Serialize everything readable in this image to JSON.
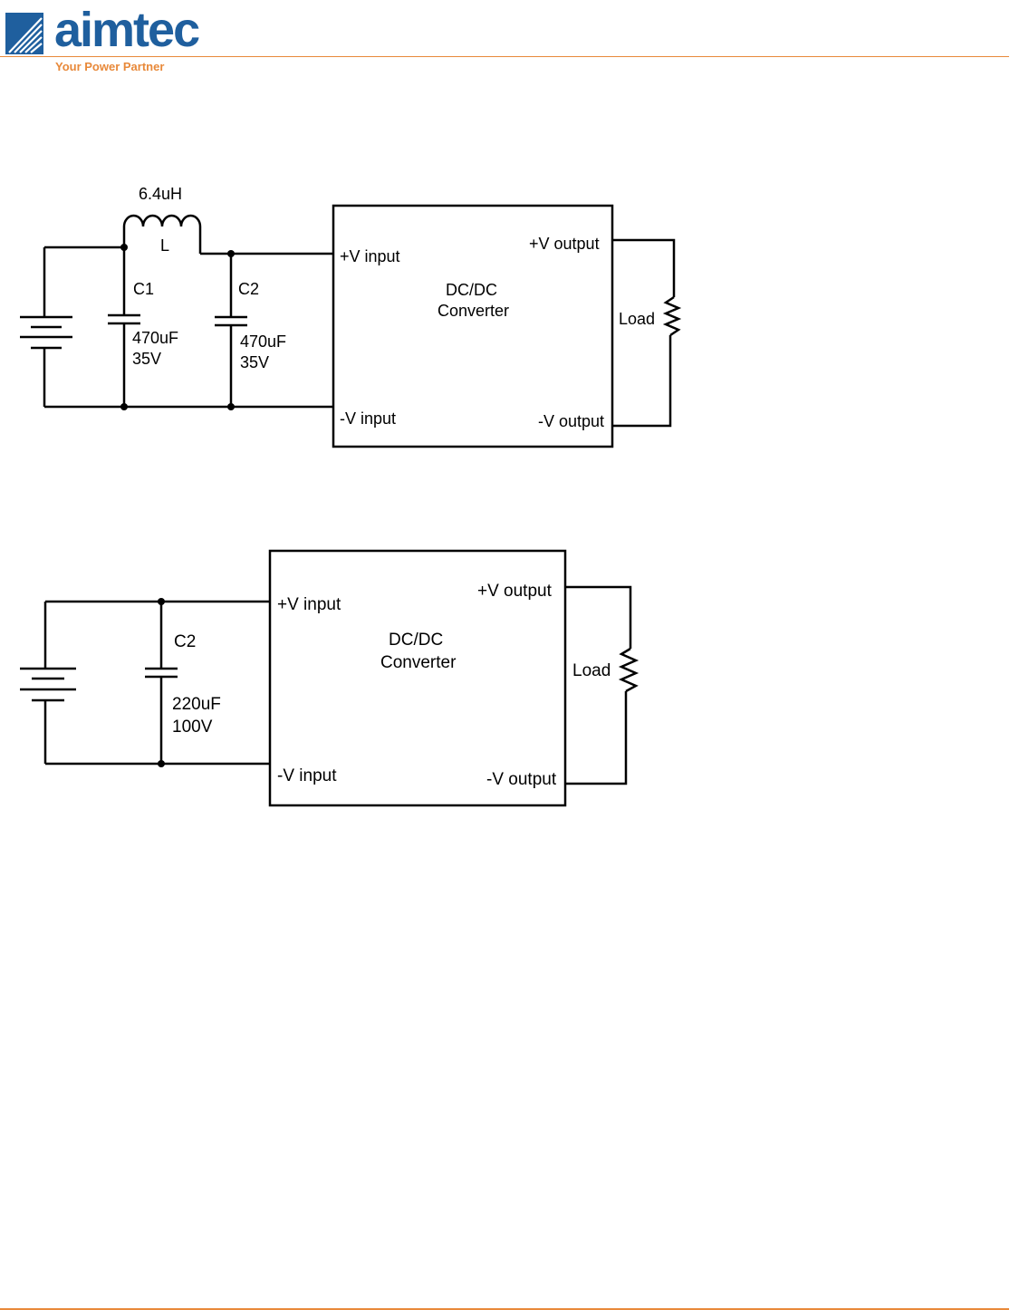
{
  "header": {
    "logo_text": "aimtec",
    "tagline": "Your Power Partner",
    "accent_color": "#e8893a",
    "brand_color": "#1f5f9e"
  },
  "circuit1": {
    "inductor_value": "6.4uH",
    "inductor_label": "L",
    "c1_label": "C1",
    "c1_cap": "470uF",
    "c1_volt": "35V",
    "c2_label": "C2",
    "c2_cap": "470uF",
    "c2_volt": "35V",
    "converter_line1": "DC/DC",
    "converter_line2": "Converter",
    "vin_plus": "+V input",
    "vin_minus": "-V input",
    "vout_plus": "+V output",
    "vout_minus": "-V output",
    "load_label": "Load"
  },
  "circuit2": {
    "c2_label": "C2",
    "c2_cap": "220uF",
    "c2_volt": "100V",
    "converter_line1": "DC/DC",
    "converter_line2": "Converter",
    "vin_plus": "+V input",
    "vin_minus": "-V input",
    "vout_plus": "+V output",
    "vout_minus": "-V output",
    "load_label": "Load"
  }
}
